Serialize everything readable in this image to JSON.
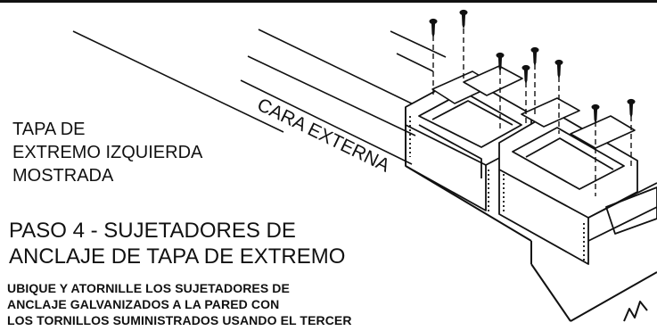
{
  "diagram": {
    "face_label": "CARA EXTERNA",
    "left_cap_label": [
      "TAPA DE",
      "EXTREMO IZQUIERDA",
      "MOSTRADA"
    ],
    "step_title": [
      "PASO 4 - SUJETADORES DE",
      "ANCLAJE DE TAPA DE EXTREMO"
    ],
    "instructions": [
      "UBIQUE Y ATORNILLE LOS SUJETADORES DE",
      "ANCLAJE GALVANIZADOS A LA PARED CON",
      "LOS TORNILLOS SUMINISTRADOS USANDO EL TERCER"
    ],
    "colors": {
      "ink": "#111111",
      "background": "#ffffff"
    },
    "icons": {
      "screw": "screw-icon"
    }
  }
}
